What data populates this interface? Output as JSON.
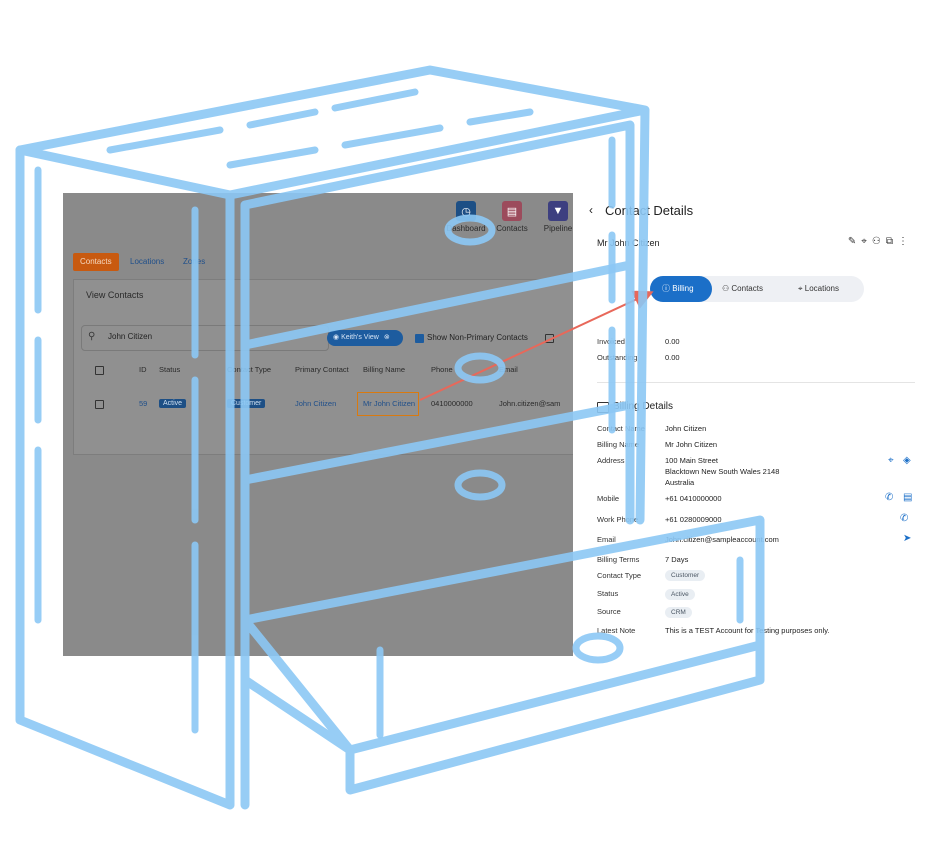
{
  "app": {
    "nav": [
      {
        "label": "Dashboard",
        "icon": "dashboard-icon",
        "color": "#1d4f85"
      },
      {
        "label": "Contacts",
        "icon": "contacts-icon",
        "color": "#9c4b5c"
      },
      {
        "label": "Pipeline",
        "icon": "filter-icon",
        "color": "#3d3f80"
      }
    ],
    "tabs": [
      "Contacts",
      "Locations",
      "Zones"
    ],
    "view_title": "View Contacts",
    "search": {
      "value": "John Citizen"
    },
    "view_chip": "Keith's View",
    "show_non_primary": "Show Non-Primary Contacts",
    "columns": [
      "ID",
      "Status",
      "Contact Type",
      "Primary Contact",
      "Billing Name",
      "Phone",
      "Email"
    ],
    "row": {
      "id": "59",
      "status": "Active",
      "contact_type": "Customer",
      "primary_contact": "John Citizen",
      "billing_name": "Mr John Citizen",
      "phone": "0410000000",
      "email": "John.citizen@sam"
    }
  },
  "panel": {
    "title": "Contact Details",
    "name": "Mr John Citizen",
    "tabs": [
      "Billing",
      "Contacts",
      "Locations"
    ],
    "summary": [
      {
        "label": "Invoiced",
        "value": "0.00"
      },
      {
        "label": "Outstanding",
        "value": "0.00"
      }
    ],
    "section_title": "Billing Details",
    "fields": {
      "contact_name": {
        "label": "Contact Name",
        "value": "John Citizen"
      },
      "billing_name": {
        "label": "Billing Name",
        "value": "Mr John Citizen"
      },
      "address": {
        "label": "Address",
        "line1": "100 Main Street",
        "line2": "Blacktown New South Wales 2148",
        "line3": "Australia"
      },
      "mobile": {
        "label": "Mobile",
        "value": "+61 0410000000"
      },
      "work_phone": {
        "label": "Work Phone",
        "value": "+61 0280009000"
      },
      "email": {
        "label": "Email",
        "value": "John.citizen@sampleaccount.com"
      },
      "billing_terms": {
        "label": "Billing Terms",
        "value": "7 Days"
      },
      "contact_type": {
        "label": "Contact Type",
        "value": "Customer"
      },
      "status": {
        "label": "Status",
        "value": "Active"
      },
      "source": {
        "label": "Source",
        "value": "CRM"
      },
      "latest_note": {
        "label": "Latest Note",
        "value": "This is a TEST Account for Testing purposes only."
      }
    }
  },
  "colors": {
    "accent": "#1b6fc8",
    "drawer_stroke": "#8cc8f5",
    "highlight": "#d97a10",
    "arrow": "#e8685a"
  }
}
